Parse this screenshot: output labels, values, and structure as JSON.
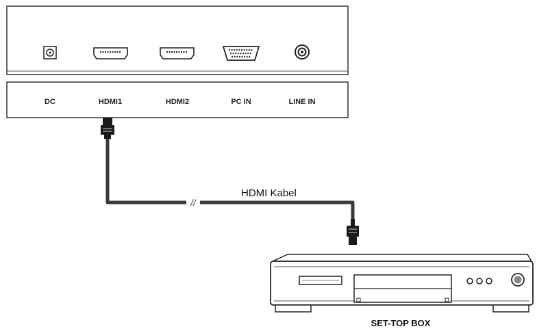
{
  "ports": {
    "dc": "DC",
    "hdmi1": "HDMI1",
    "hdmi2": "HDMI2",
    "pc_in": "PC IN",
    "line_in": "LINE IN"
  },
  "cable": {
    "label": "HDMI Kabel",
    "break_mark": "//"
  },
  "device": {
    "label": "SET-TOP BOX"
  }
}
